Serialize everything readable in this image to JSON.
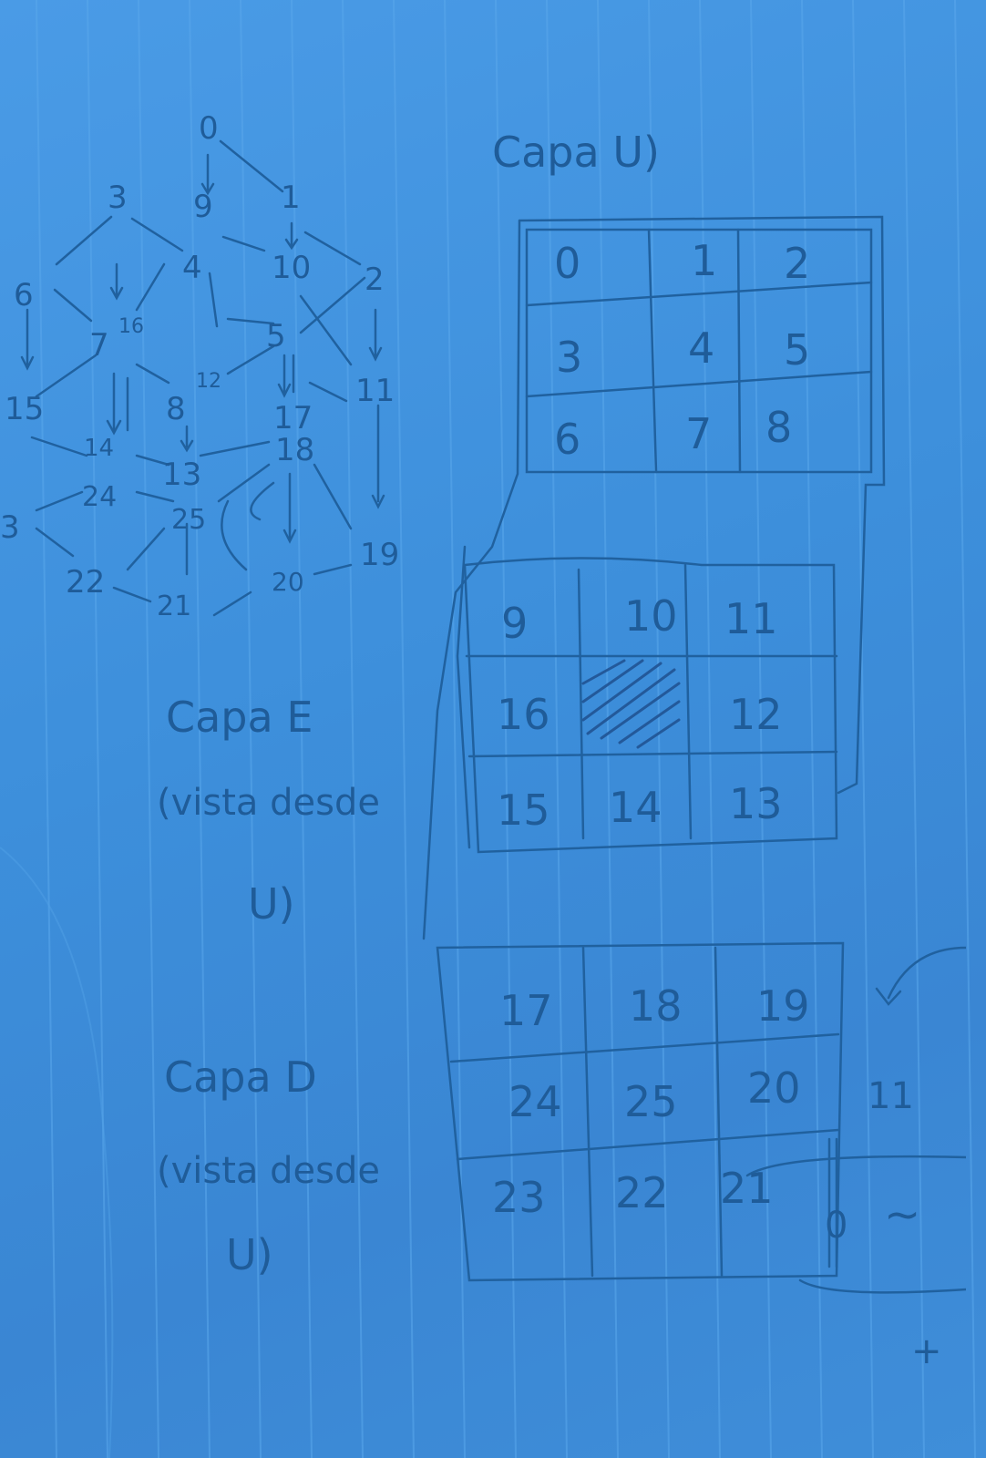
{
  "net": {
    "nodes": [
      "0",
      "9",
      "1",
      "3",
      "4",
      "10",
      "2",
      "6",
      "16",
      "5",
      "7",
      "12",
      "8",
      "17",
      "15",
      "11",
      "14",
      "18",
      "13",
      "24",
      "25",
      "3",
      "19",
      "22",
      "20",
      "21"
    ]
  },
  "capa_e": {
    "title": "Capa E",
    "subtitle": "(vista desde",
    "marker": "U)"
  },
  "capa_d": {
    "title": "Capa D",
    "subtitle": "(vista desde",
    "marker": "U)"
  },
  "capa_u": {
    "title": "Capa U)"
  },
  "grids": {
    "top": [
      [
        "0",
        "1",
        "2"
      ],
      [
        "3",
        "4",
        "5"
      ],
      [
        "6",
        "7",
        "8"
      ]
    ],
    "middle": [
      [
        "9",
        "10",
        "11"
      ],
      [
        "16",
        "",
        "12"
      ],
      [
        "15",
        "14",
        "13"
      ]
    ],
    "bottom": [
      [
        "17",
        "18",
        "19"
      ],
      [
        "24",
        "25",
        "20"
      ],
      [
        "23",
        "22",
        "21"
      ]
    ]
  },
  "side_marks": {
    "eleven": "11",
    "zero": "0",
    "plus": "+"
  },
  "colors": {
    "paper": "#3f92dc",
    "ink": "#1f5c99",
    "rule": "#5aa6ea"
  }
}
